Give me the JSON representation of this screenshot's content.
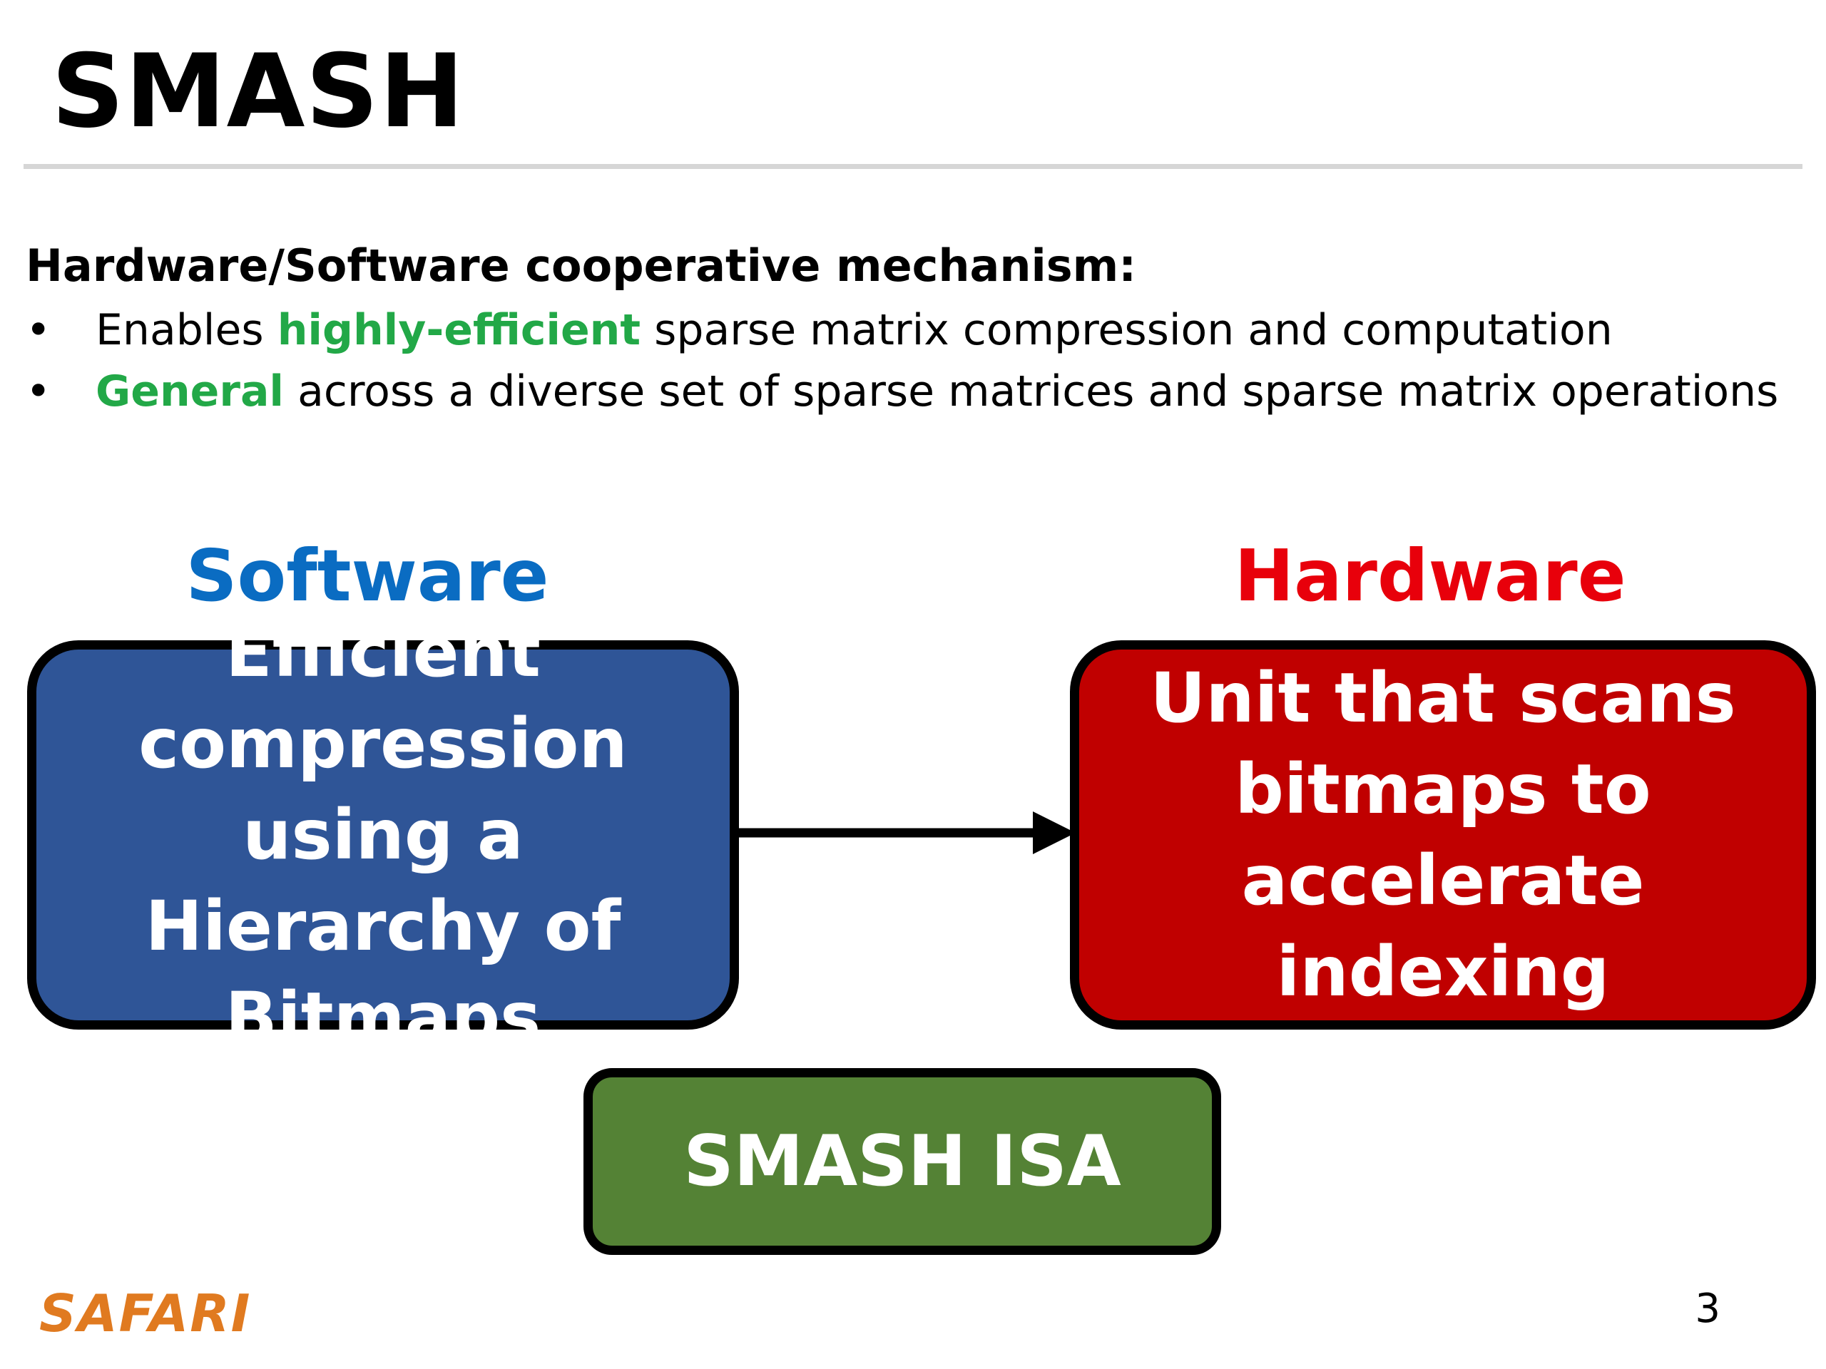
{
  "slide": {
    "title": "SMASH",
    "subtitle": "Hardware/Software cooperative mechanism:",
    "bullets": [
      {
        "before": "Enables ",
        "highlight": "highly-efficient",
        "after": " sparse matrix compression and computation"
      },
      {
        "before": "",
        "highlight": "General",
        "after": " across a diverse set of sparse matrices and sparse matrix operations"
      }
    ]
  },
  "diagram": {
    "software_label": "Software",
    "hardware_label": "Hardware",
    "software_box": "Efficient compression using a Hierarchy of Bitmaps",
    "hardware_box": "Unit that scans bitmaps to accelerate indexing",
    "isa_box": "SMASH ISA"
  },
  "footer": {
    "logo": "SAFARI",
    "page_number": "3"
  },
  "colors": {
    "software_label": "#0a6cc2",
    "hardware_label": "#e8000b",
    "software_box": "#2f5597",
    "hardware_box": "#c00000",
    "isa_box": "#548235",
    "highlight": "#22a847",
    "logo": "#e07a20"
  }
}
